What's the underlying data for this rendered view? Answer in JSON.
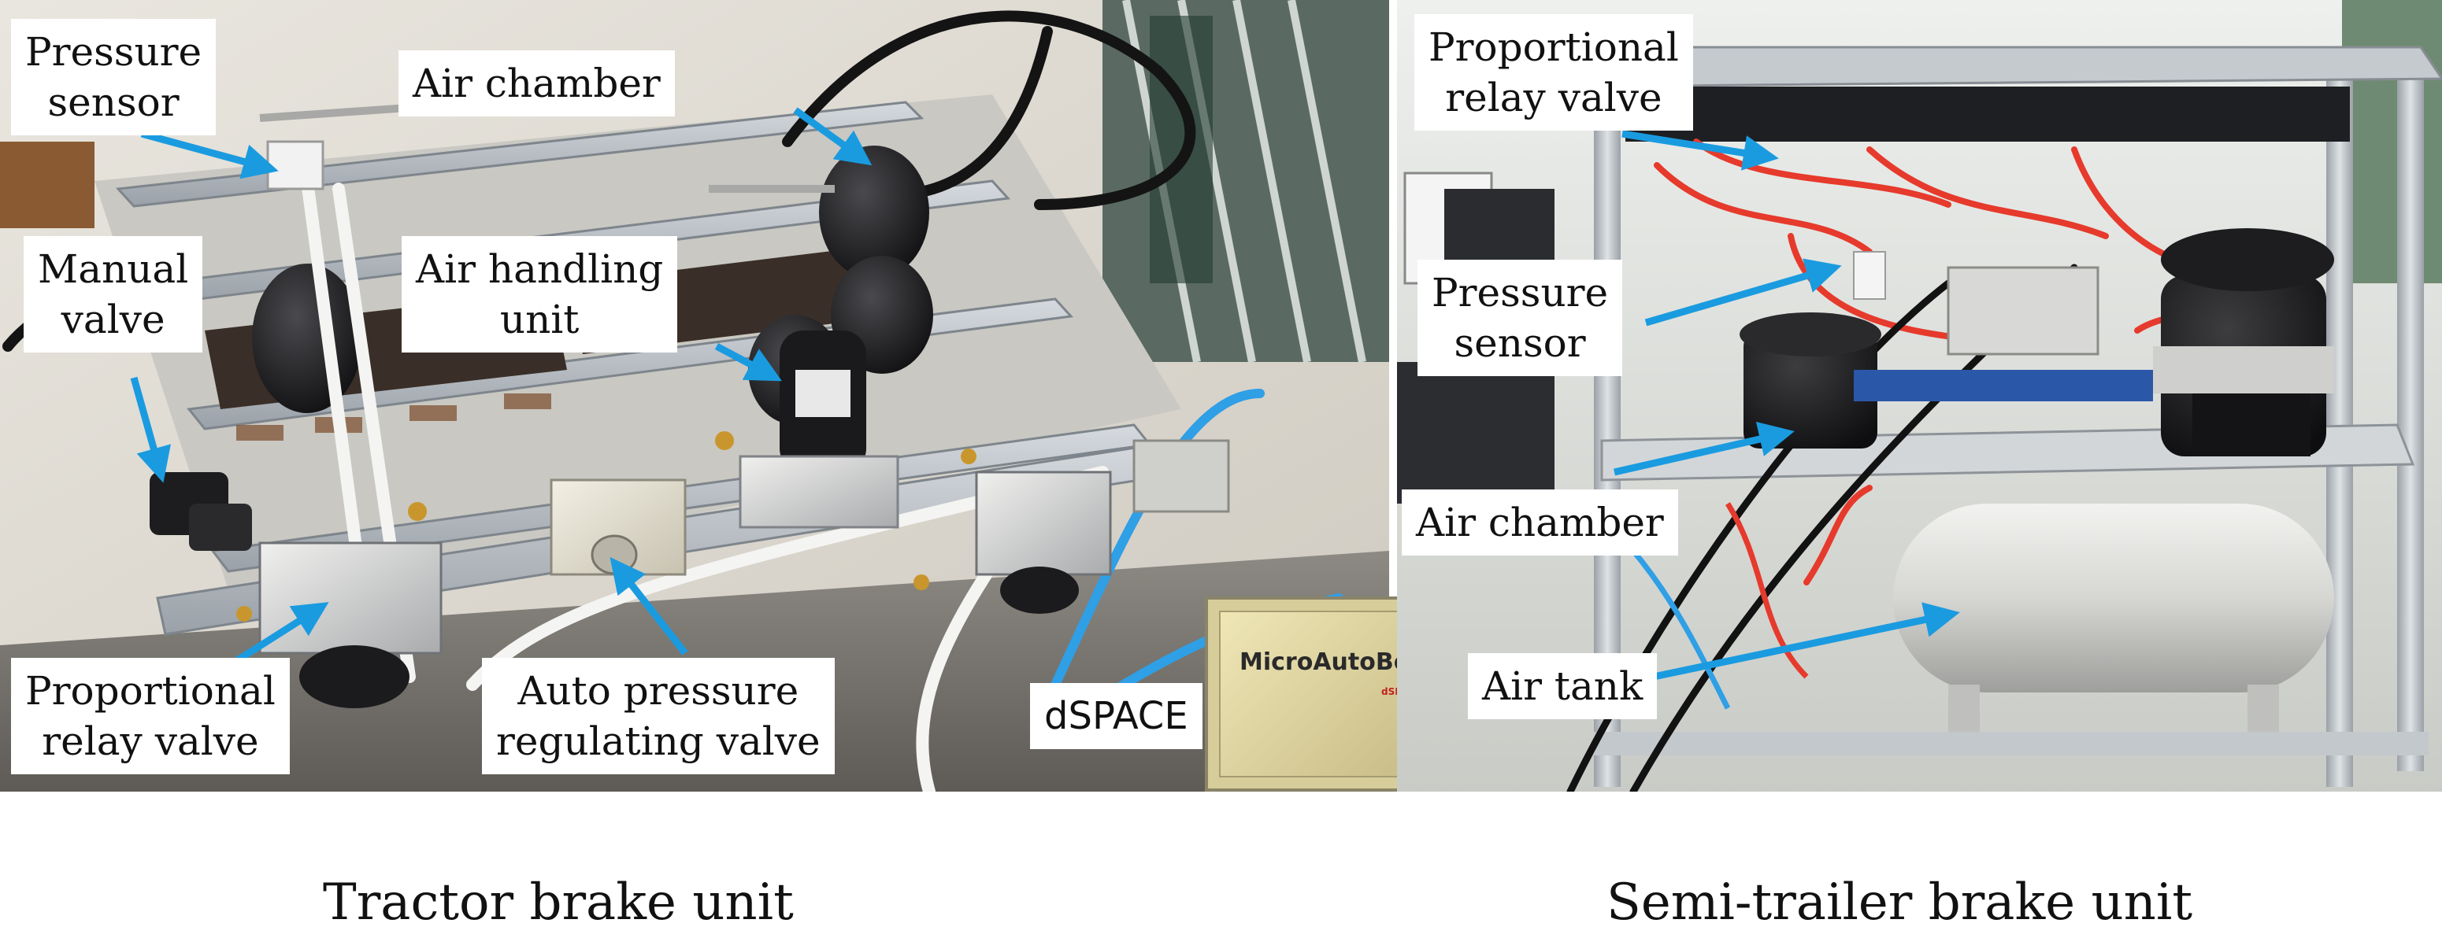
{
  "panels": {
    "tractor": {
      "caption": "Tractor brake unit",
      "labels": {
        "pressure_sensor": [
          "Pressure",
          "sensor"
        ],
        "air_chamber": "Air chamber",
        "manual_valve": [
          "Manual",
          "valve"
        ],
        "air_handling_unit": [
          "Air handling",
          "unit"
        ],
        "proportional_relay_valve": [
          "Proportional",
          "relay valve"
        ],
        "auto_pressure_regulating_valve": [
          "Auto pressure",
          "regulating valve"
        ],
        "dspace": "dSPACE"
      },
      "device": {
        "name": "MicroAutoBox",
        "brand": "dSPACE"
      }
    },
    "semi_trailer": {
      "caption": "Semi-trailer brake unit",
      "labels": {
        "proportional_relay_valve": [
          "Proportional",
          "relay valve"
        ],
        "pressure_sensor": [
          "Pressure",
          "sensor"
        ],
        "air_chamber": "Air chamber",
        "air_tank": "Air tank"
      }
    }
  },
  "colors": {
    "arrow": "#1a9be0",
    "frame": "#b9bec4",
    "chamber": "#1c1c1e",
    "tube_red": "#e63a2c",
    "tube_blue": "#2f9fe6"
  }
}
